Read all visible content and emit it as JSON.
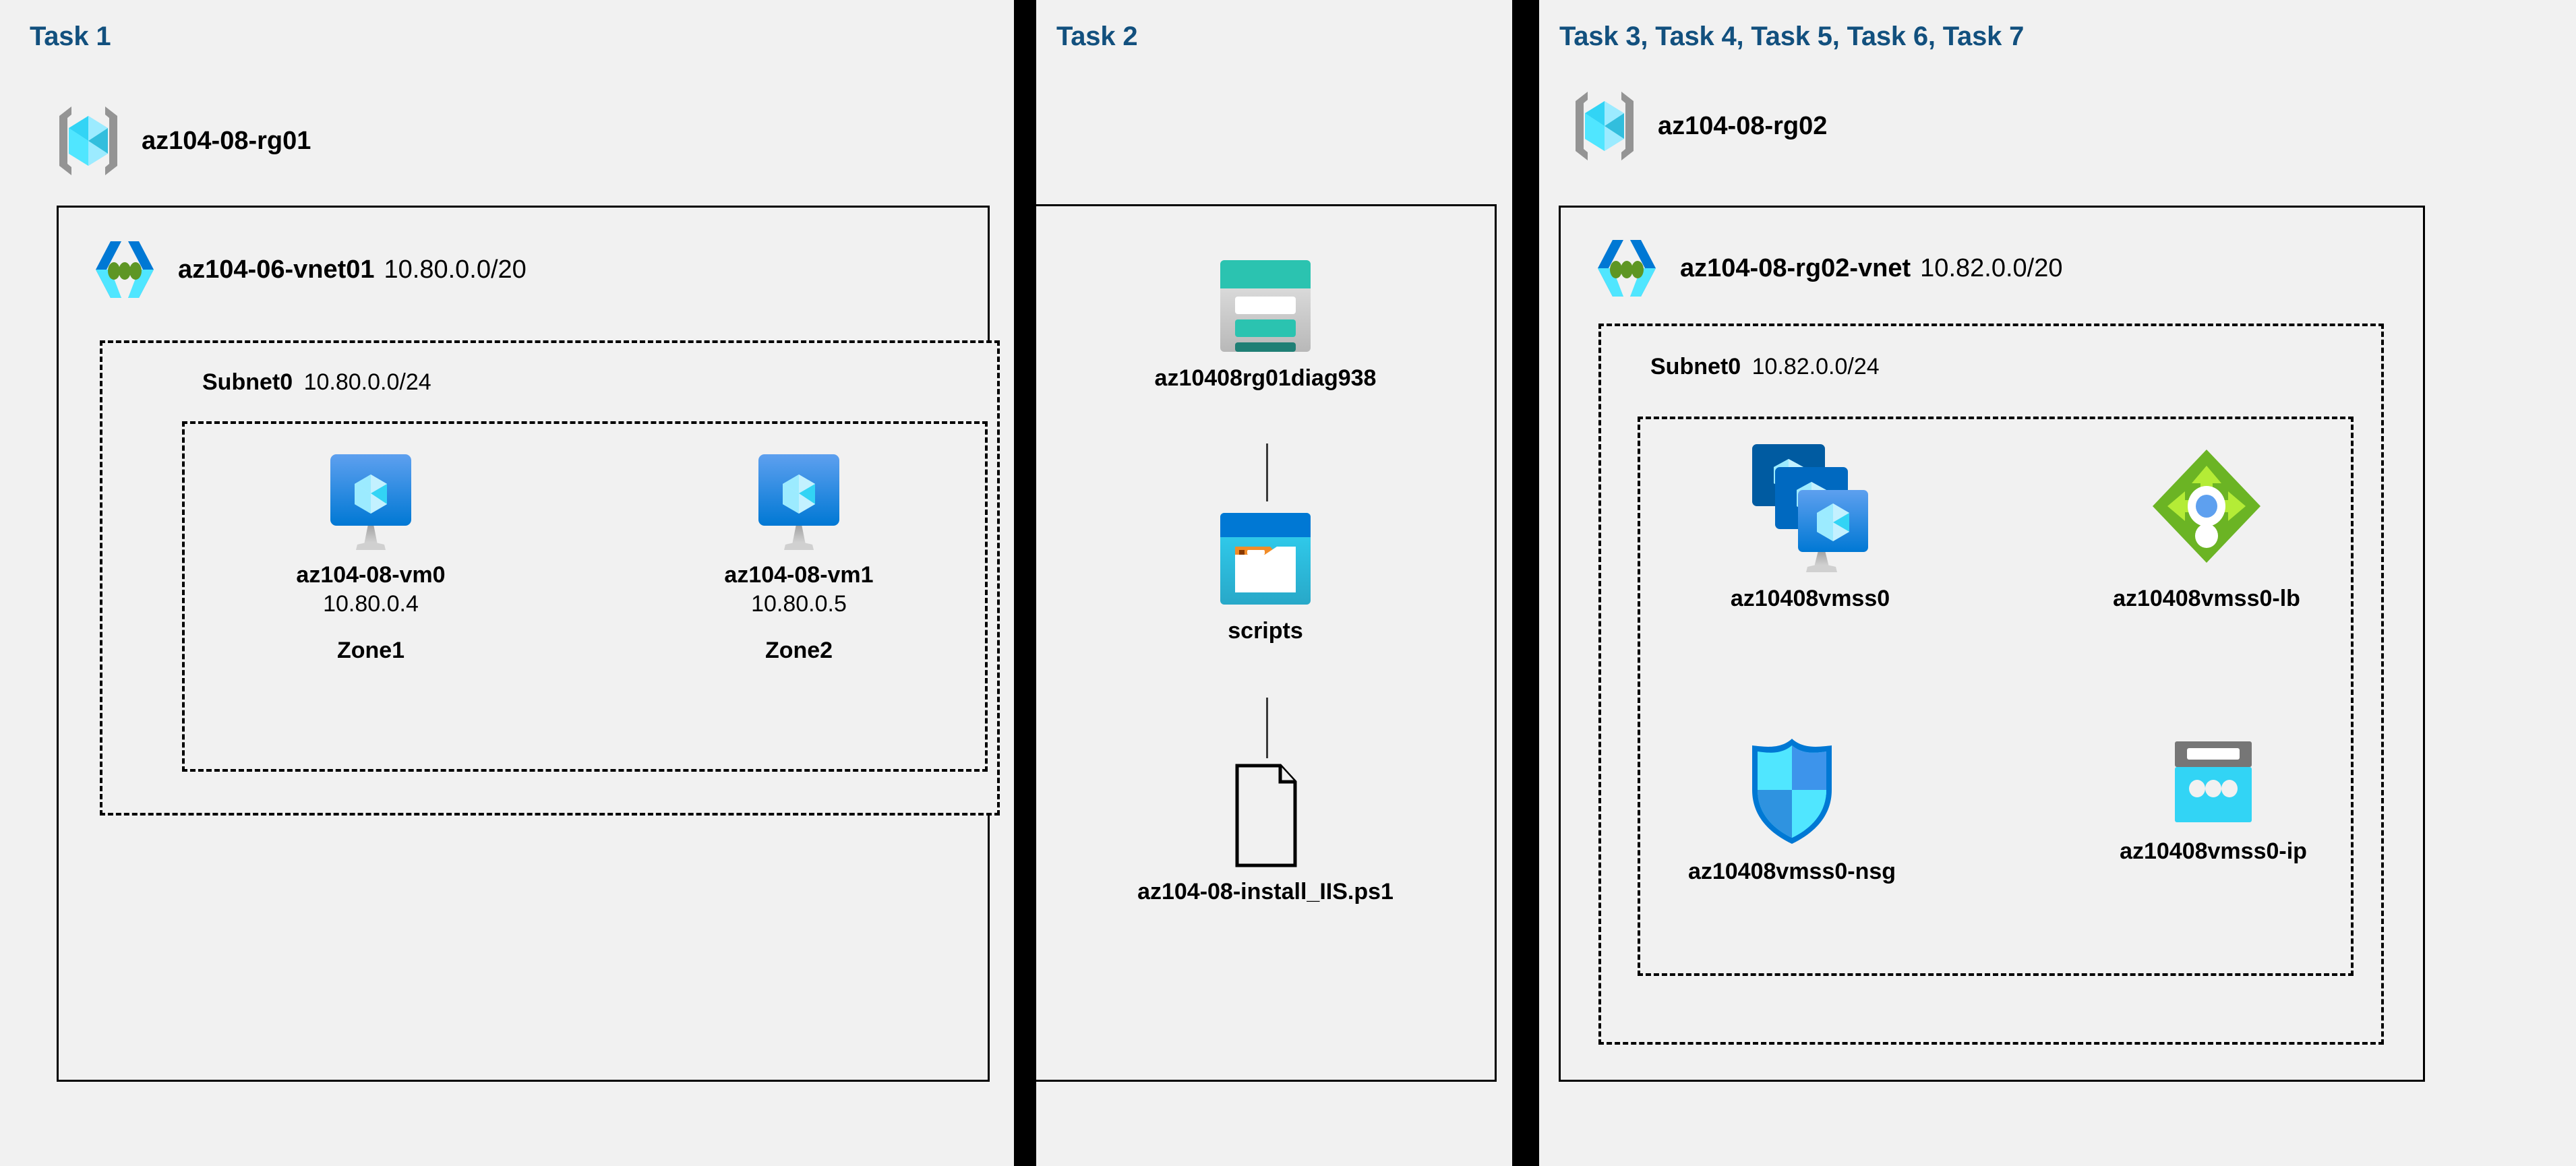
{
  "panels": [
    {
      "title": "Task 1",
      "resource_group": {
        "name": "az104-08-rg01",
        "icon": "resource-group-icon"
      },
      "vnet": {
        "name": "az104-06-vnet01",
        "cidr": "10.80.0.0/20",
        "icon": "virtual-network-icon"
      },
      "subnet": {
        "name": "Subnet0",
        "cidr": "10.80.0.0/24"
      },
      "vms": [
        {
          "icon": "virtual-machine-icon",
          "name": "az104-08-vm0",
          "ip": "10.80.0.4",
          "zone": "Zone1"
        },
        {
          "icon": "virtual-machine-icon",
          "name": "az104-08-vm1",
          "ip": "10.80.0.5",
          "zone": "Zone2"
        }
      ]
    },
    {
      "title": "Task 2",
      "items": [
        {
          "icon": "storage-account-icon",
          "name": "az10408rg01diag938"
        },
        {
          "icon": "blob-container-icon",
          "name": "scripts"
        },
        {
          "icon": "script-file-icon",
          "name": "az104-08-install_IIS.ps1"
        }
      ]
    },
    {
      "title": "Task 3, Task 4, Task 5, Task 6, Task 7",
      "resource_group": {
        "name": "az104-08-rg02",
        "icon": "resource-group-icon"
      },
      "vnet": {
        "name": "az104-08-rg02-vnet",
        "cidr": "10.82.0.0/20",
        "icon": "virtual-network-icon"
      },
      "subnet": {
        "name": "Subnet0",
        "cidr": "10.82.0.0/24"
      },
      "resources": [
        {
          "icon": "vm-scale-set-icon",
          "name": "az10408vmss0"
        },
        {
          "icon": "load-balancer-icon",
          "name": "az10408vmss0-lb"
        },
        {
          "icon": "network-security-group-icon",
          "name": "az10408vmss0-nsg"
        },
        {
          "icon": "public-ip-address-icon",
          "name": "az10408vmss0-ip"
        }
      ]
    }
  ],
  "colors": {
    "background": "#f1f1f1",
    "title_blue": "#12507e",
    "border_black": "#000000",
    "azure_blue": "#0078d4",
    "azure_cyan": "#50e6ff",
    "teal": "#2bc3b0",
    "teal_dark": "#1f7f75",
    "green": "#6bb424",
    "gray": "#949494"
  }
}
